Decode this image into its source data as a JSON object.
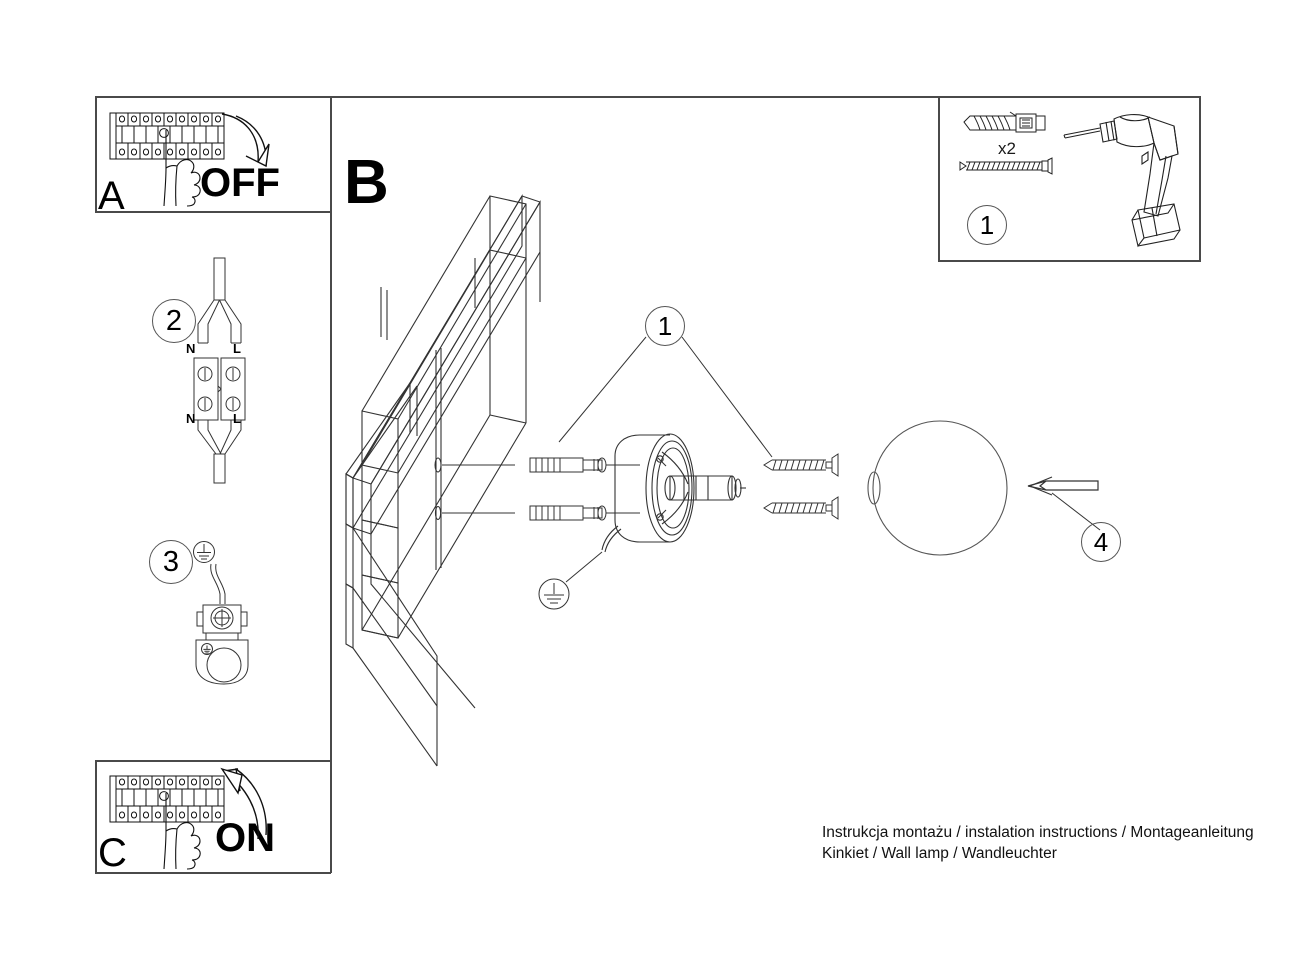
{
  "document": {
    "type": "installation-instruction-sheet",
    "background_color": "#ffffff",
    "line_color": "#222222",
    "frame_color": "#4a4a4a"
  },
  "sections": {
    "a": {
      "letter": "A",
      "power_word": "OFF",
      "description": "Switch the circuit breaker off",
      "icons": {
        "breaker": "circuit-breaker-panel-icon",
        "hand": "pointing-hand-icon",
        "arrow": "curved-arrow-down-icon"
      }
    },
    "b": {
      "letter": "B",
      "description": "Mount the wall lamp to the wall",
      "icons": {
        "wall": "wall-slab-icon",
        "lamp_body": "lamp-cylinder-body-icon",
        "globe": "glass-globe-shade-icon",
        "earth": "earth-ground-symbol-icon"
      }
    },
    "c": {
      "letter": "C",
      "power_word": "ON",
      "description": "Switch the circuit breaker back on",
      "icons": {
        "breaker": "circuit-breaker-panel-icon",
        "hand": "pointing-hand-icon",
        "arrow": "curved-arrow-up-icon"
      }
    }
  },
  "steps": {
    "tools": {
      "number": "1",
      "quantity_label": "x2",
      "icons": {
        "anchor": "wall-plug-anchor-icon",
        "screw": "screw-icon",
        "drill": "power-drill-icon"
      }
    },
    "wiring": {
      "number": "2",
      "terminal_labels_top": [
        "N",
        "L"
      ],
      "terminal_labels_bottom": [
        "N",
        "L"
      ],
      "icons": {
        "terminal_block": "terminal-block-icon",
        "cable": "cable-icon"
      }
    },
    "grounding": {
      "number": "3",
      "icons": {
        "earth": "earth-ground-symbol-icon",
        "ground_terminal": "ground-terminal-screw-icon"
      }
    },
    "mounting": {
      "number": "1",
      "description": "Fix the lamp base with screws into the wall plugs"
    },
    "shade": {
      "number": "4",
      "description": "Slide the glass globe onto the lamp body",
      "icons": {
        "arrow": "arrow-left-icon"
      }
    }
  },
  "caption": {
    "line1": "Instrukcja montażu / instalation instructions / Montageanleitung",
    "line2": "Kinkiet / Wall lamp / Wandleuchter"
  }
}
